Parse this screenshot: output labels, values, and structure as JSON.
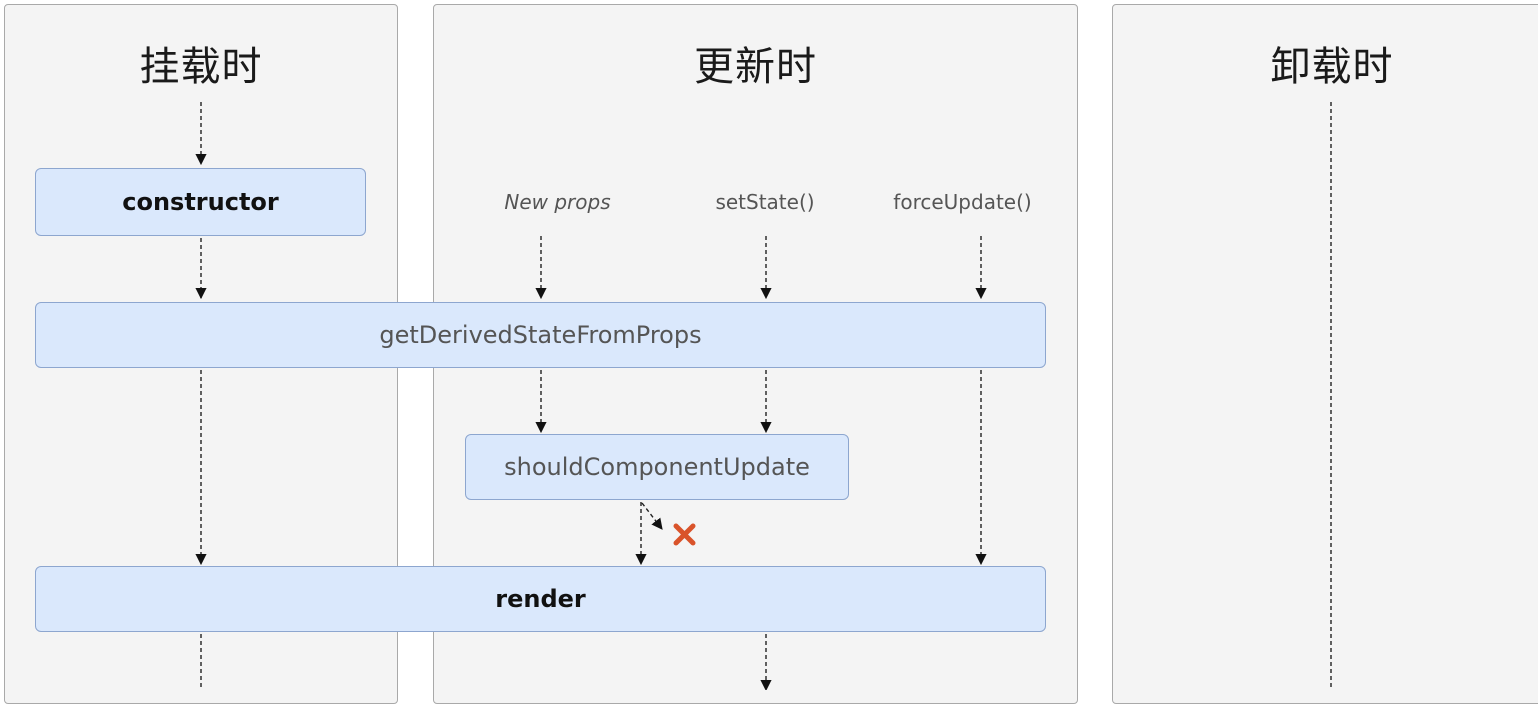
{
  "phases": {
    "mount": "挂载时",
    "update": "更新时",
    "unmount": "卸载时"
  },
  "triggers": {
    "new_props": "New props",
    "set_state": "setState()",
    "force_update": "forceUpdate()"
  },
  "methods": {
    "constructor": "constructor",
    "get_derived_state_from_props": "getDerivedStateFromProps",
    "should_component_update": "shouldComponentUpdate",
    "render": "render"
  },
  "icons": {
    "cancel_mark": "x-icon",
    "cancel_mark_color": "#d9532a",
    "cursor": "zoom-in-icon"
  },
  "colors": {
    "box_fill": "#dae8fc",
    "box_border": "#8da6cf",
    "phase_fill": "#f4f4f4"
  }
}
